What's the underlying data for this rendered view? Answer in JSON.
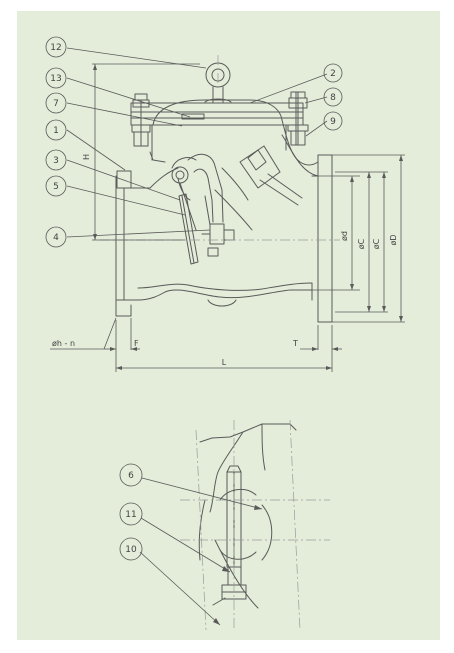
{
  "colors": {
    "background": "#e3edd9",
    "line": "#5a5a5a",
    "centerline": "#9a9a9a"
  },
  "part_balloons": {
    "p12": "12",
    "p13": "13",
    "p7": "7",
    "p1": "1",
    "p3": "3",
    "p5": "5",
    "p4": "4",
    "p2": "2",
    "p8": "8",
    "p9": "9",
    "p6": "6",
    "p11": "11",
    "p10": "10"
  },
  "dimensions": {
    "H": "H",
    "od": "ød",
    "opc": "øC",
    "oc": "øC",
    "oD": "øD",
    "ohn": "øh - n",
    "F": "F",
    "T": "T",
    "L": "L"
  }
}
